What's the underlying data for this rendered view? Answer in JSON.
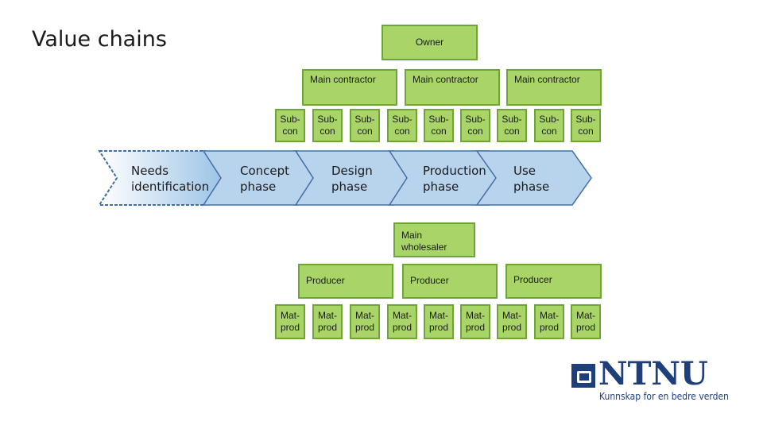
{
  "title": "Value chains",
  "owner": "Owner",
  "main_contractors": [
    "Main contractor",
    "Main contractor",
    "Main contractor"
  ],
  "subcons": [
    "Sub- con",
    "Sub- con",
    "Sub- con",
    "Sub- con",
    "Sub- con",
    "Sub- con",
    "Sub- con",
    "Sub- con",
    "Sub- con"
  ],
  "phases": [
    "Needs identification",
    "Concept phase",
    "Design phase",
    "Production phase",
    "Use phase"
  ],
  "wholesaler": "Main wholesaler",
  "producers": [
    "Producer",
    "Producer",
    "Producer"
  ],
  "matprods": [
    "Mat- prod",
    "Mat- prod",
    "Mat- prod",
    "Mat- prod",
    "Mat- prod",
    "Mat- prod",
    "Mat- prod",
    "Mat- prod",
    "Mat- prod"
  ],
  "logo": {
    "name": "NTNU",
    "tagline": "Kunnskap for en bedre verden"
  },
  "colors": {
    "box_fill": "#a9d568",
    "box_border": "#6fa537",
    "chevron_light": "#e6f0f8",
    "chevron_fill": "#b8d3ec",
    "chevron_border": "#3f6fa8",
    "logo": "#1f3f7a"
  }
}
